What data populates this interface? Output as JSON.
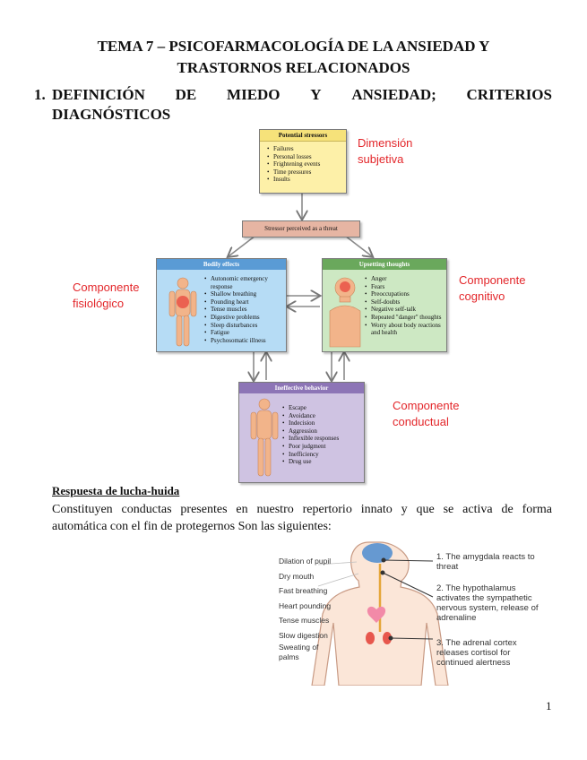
{
  "title": {
    "line1": "TEMA 7 – PSICOFARMACOLOGÍA DE LA ANSIEDAD Y",
    "line2": "TRASTORNOS RELACIONADOS"
  },
  "section": {
    "number": "1.",
    "words": [
      "DEFINICIÓN",
      "DE",
      "MIEDO",
      "Y",
      "ANSIEDAD;",
      "CRITERIOS"
    ],
    "line2": "DIAGNÓSTICOS"
  },
  "diagram": {
    "stressors": {
      "header": "Potential stressors",
      "items": [
        "Failures",
        "Personal losses",
        "Frightening events",
        "Time pressures",
        "Insults"
      ]
    },
    "perceived": "Stressor perceived as a threat",
    "bodily": {
      "header": "Bodily effects",
      "items": [
        "Autonomic emergency response",
        "Shallow breathing",
        "Pounding heart",
        "Tense muscles",
        "Digestive problems",
        "Sleep disturbances",
        "Fatigue",
        "Psychosomatic illness"
      ]
    },
    "upsetting": {
      "header": "Upsetting thoughts",
      "items": [
        "Anger",
        "Fears",
        "Preoccupations",
        "Self-doubts",
        "Negative self-talk",
        "Repeated \"danger\" thoughts",
        "Worry about body reactions and health"
      ]
    },
    "ineffective": {
      "header": "Ineffective behavior",
      "items": [
        "Escape",
        "Avoidance",
        "Indecision",
        "Aggression",
        "Inflexible responses",
        "Poor judgment",
        "Inefficiency",
        "Drug use"
      ]
    },
    "labels": {
      "subjective": [
        "Dimensión",
        "subjetiva"
      ],
      "physiological": [
        "Componente",
        "fisiológico"
      ],
      "cognitive": [
        "Componente",
        "cognitivo"
      ],
      "behavioral": [
        "Componente",
        "conductual"
      ]
    },
    "colors": {
      "stress": "#fdf0a8",
      "perceived": "#e6b5a3",
      "bodily": "#b6dcf5",
      "upsetting": "#cde8c3",
      "ineffective": "#cfc3e2",
      "annotation": "#e3262a"
    }
  },
  "fight_flight": {
    "heading": "Respuesta de lucha-huida",
    "para_line1": "Constituyen conductas presentes en nuestro repertorio innato y que se activa de forma",
    "para_line2": "automática con el fin de protegernos Son las siguientes:",
    "symptoms": [
      "Dilation of pupil",
      "Dry mouth",
      "Fast breathing",
      "Heart pounding",
      "Tense muscles",
      "Slow digestion",
      "Sweating of",
      "palms"
    ],
    "steps": [
      [
        "1. The amygdala reacts to",
        "threat"
      ],
      [
        "2. The hypothalamus",
        "activates the sympathetic",
        "nervous system, release of",
        "adrenaline"
      ],
      [
        "3. The adrenal cortex",
        "releases cortisol for",
        "continued alertness"
      ]
    ]
  },
  "page_number": "1"
}
